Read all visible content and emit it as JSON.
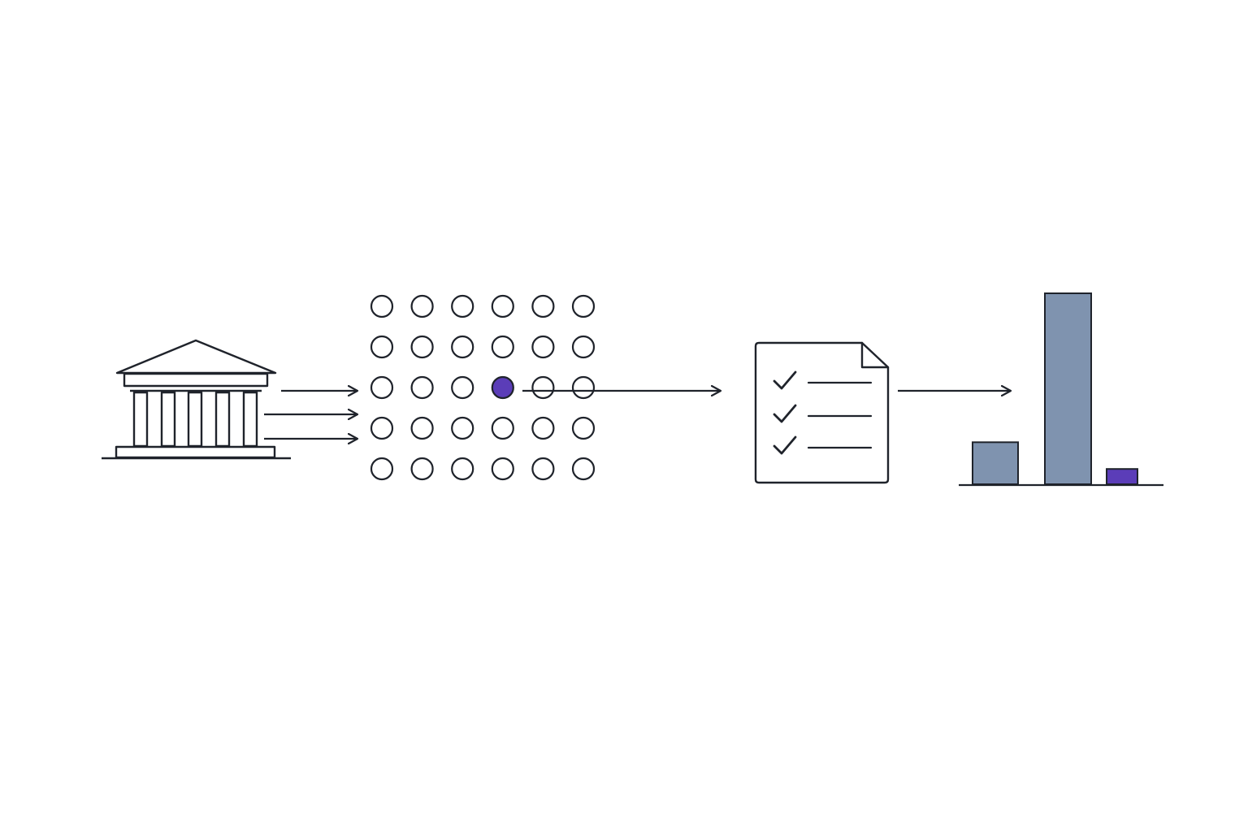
{
  "colors": {
    "stroke": "#1f232b",
    "background": "#ffffff",
    "accent": "#5b3db8",
    "bar": "#7f93af"
  },
  "diagram": {
    "stages": [
      {
        "id": "source",
        "icon": "institution-building-icon"
      },
      {
        "id": "grid",
        "icon": "dot-grid-icon",
        "rows": 5,
        "cols": 6,
        "highlighted": {
          "row": 2,
          "col": 3
        }
      },
      {
        "id": "checklist",
        "icon": "checklist-document-icon",
        "items": 3
      },
      {
        "id": "result",
        "icon": "bar-chart-icon"
      }
    ],
    "connections": [
      {
        "from": "source",
        "to": "grid",
        "count": 3
      },
      {
        "from": "grid",
        "to": "checklist",
        "count": 1
      },
      {
        "from": "checklist",
        "to": "result",
        "count": 1
      }
    ]
  },
  "chart_data": {
    "type": "bar",
    "categories": [
      "",
      "",
      ""
    ],
    "values": [
      22,
      100,
      8
    ],
    "ylim": [
      0,
      100
    ],
    "highlight_index": 2,
    "grid": false
  }
}
